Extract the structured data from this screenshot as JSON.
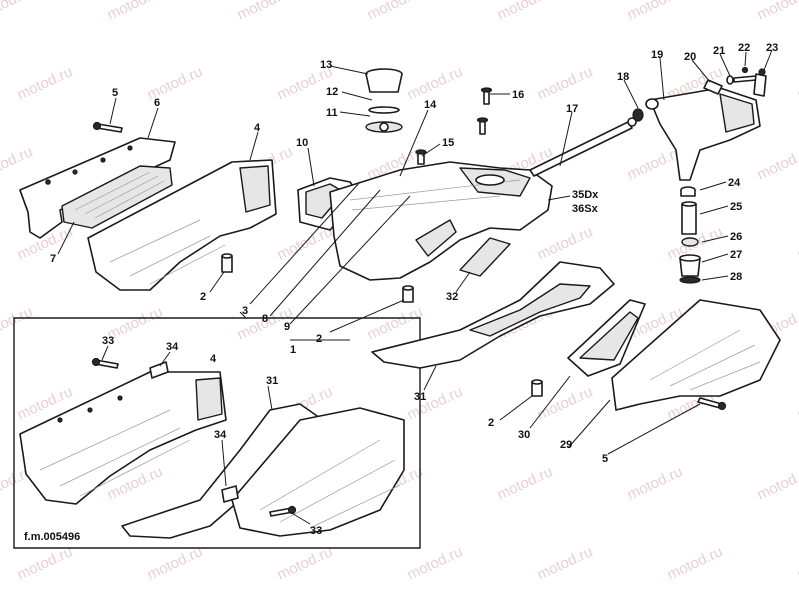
{
  "watermark": "motod.ru",
  "drawing_code": "f.m.005496",
  "callouts": {
    "c1": "1",
    "c2a": "2",
    "c2b": "2",
    "c2c": "2",
    "c3": "3",
    "c4a": "4",
    "c4b": "4",
    "c5a": "5",
    "c5b": "5",
    "c6": "6",
    "c7": "7",
    "c8": "8",
    "c9": "9",
    "c10": "10",
    "c11": "11",
    "c12": "12",
    "c13": "13",
    "c14": "14",
    "c15": "15",
    "c16": "16",
    "c17": "17",
    "c18": "18",
    "c19": "19",
    "c20": "20",
    "c21": "21",
    "c22": "22",
    "c23": "23",
    "c24": "24",
    "c25": "25",
    "c26": "26",
    "c27": "27",
    "c28": "28",
    "c29": "29",
    "c30": "30",
    "c31a": "31",
    "c31b": "31",
    "c32": "32",
    "c33a": "33",
    "c33b": "33",
    "c34a": "34",
    "c34b": "34",
    "c35": "35Dx",
    "c36": "36Sx"
  }
}
